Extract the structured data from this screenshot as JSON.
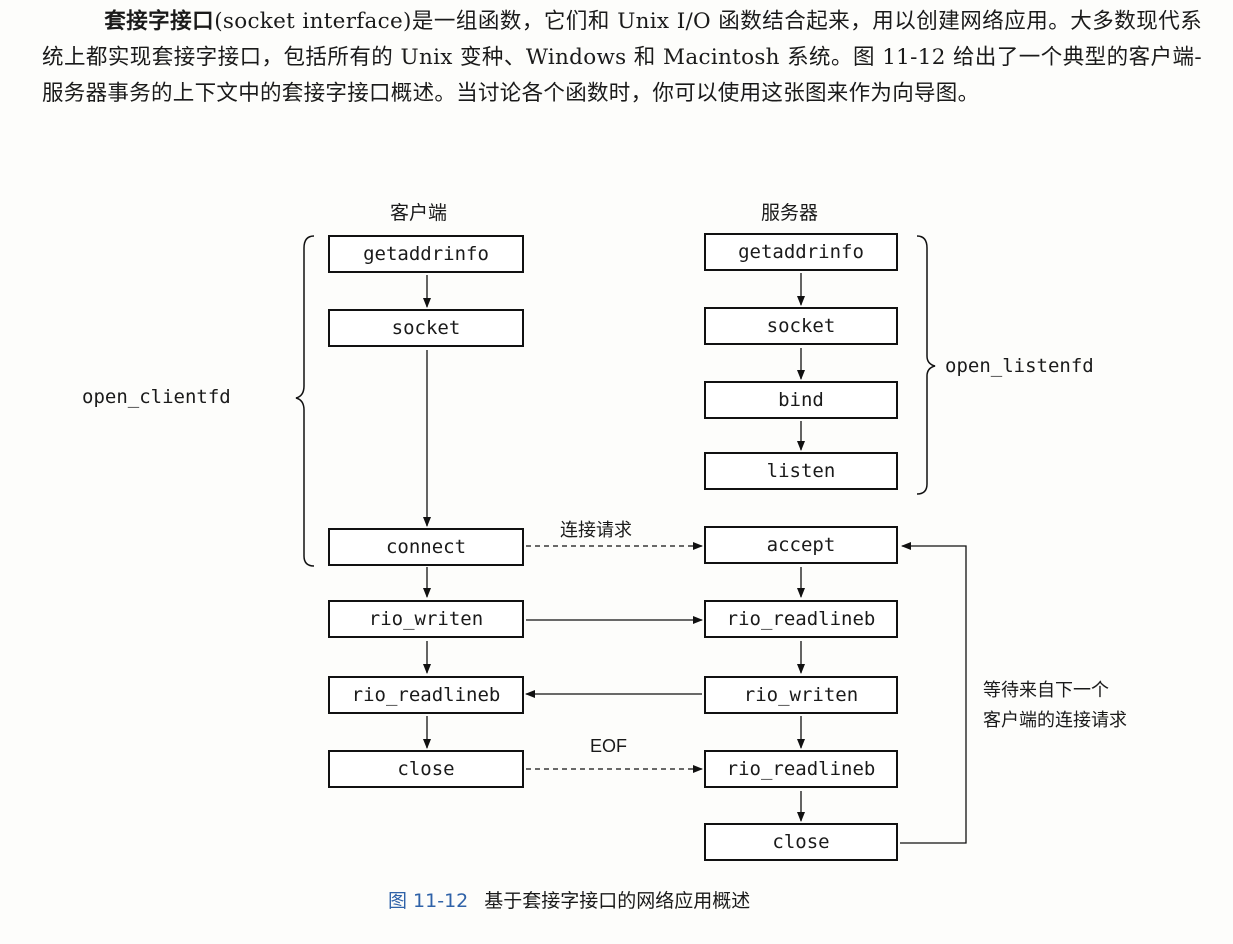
{
  "paragraph": {
    "term": "套接字接口",
    "text": "(socket interface)是一组函数，它们和 Unix I/O 函数结合起来，用以创建网络应用。大多数现代系统上都实现套接字接口，包括所有的 Unix 变种、Windows 和 Macintosh 系统。图 11-12 给出了一个典型的客户端-服务器事务的上下文中的套接字接口概述。当讨论各个函数时，你可以使用这张图来作为向导图。"
  },
  "diagram": {
    "client_title": "客户端",
    "server_title": "服务器",
    "client_boxes": [
      "getaddrinfo",
      "socket",
      "connect",
      "rio_writen",
      "rio_readlineb",
      "close"
    ],
    "server_boxes": [
      "getaddrinfo",
      "socket",
      "bind",
      "listen",
      "accept",
      "rio_readlineb",
      "rio_writen",
      "rio_readlineb",
      "close"
    ],
    "client_group": "open_clientfd",
    "server_group": "open_listenfd",
    "conn_request": "连接请求",
    "eof": "EOF",
    "wait_note": [
      "等待来自下一个",
      "客户端的连接请求"
    ]
  },
  "caption": {
    "number": "图 11-12",
    "text": "基于套接字接口的网络应用概述"
  }
}
